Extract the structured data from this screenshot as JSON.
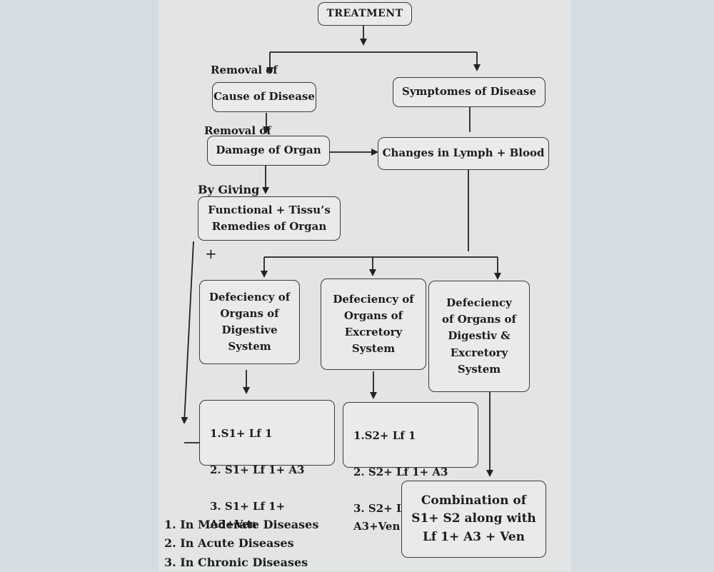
{
  "boxes": {
    "treatment": "TREATMENT",
    "cause": "Cause of Disease",
    "symptoms": "Symptomes  of  Disease",
    "damage": "Damage  of  Organ",
    "lymph_blood": "Changes  in  Lymph + Blood",
    "functional": "Functional  + Tissu’s\nRemedies  of  Organ",
    "def_digestive": "Defeciency  of\nOrgans of\nDigestive\nSystem",
    "def_excretory": "Defeciency of\nOrgans  of\nExcretory\nSystem",
    "def_both": "Defeciency\nof Organs  of\nDigestiv &\nExcretory\nSystem",
    "remedy_digestive": [
      "1.S1+ Lf 1",
      "2. S1+ Lf 1+ A3",
      "3. S1+ Lf 1+ A3+Ven"
    ],
    "remedy_excretory": [
      "1.S2+ Lf 1",
      "2. S2+ Lf 1+ A3",
      "3. S2+ Lf 1+ A3+Ven"
    ],
    "combination": "Combination  of\nS1+ S2 along with\nLf 1+ A3 + Ven"
  },
  "labels": {
    "removal1": "Removal of",
    "removal2": "Removal of",
    "by_giving": "By Giving",
    "plus": "+"
  },
  "legend": [
    "1. In Moderate Diseases",
    "2. In Acute Diseases",
    "3. In Chronic Diseases"
  ]
}
